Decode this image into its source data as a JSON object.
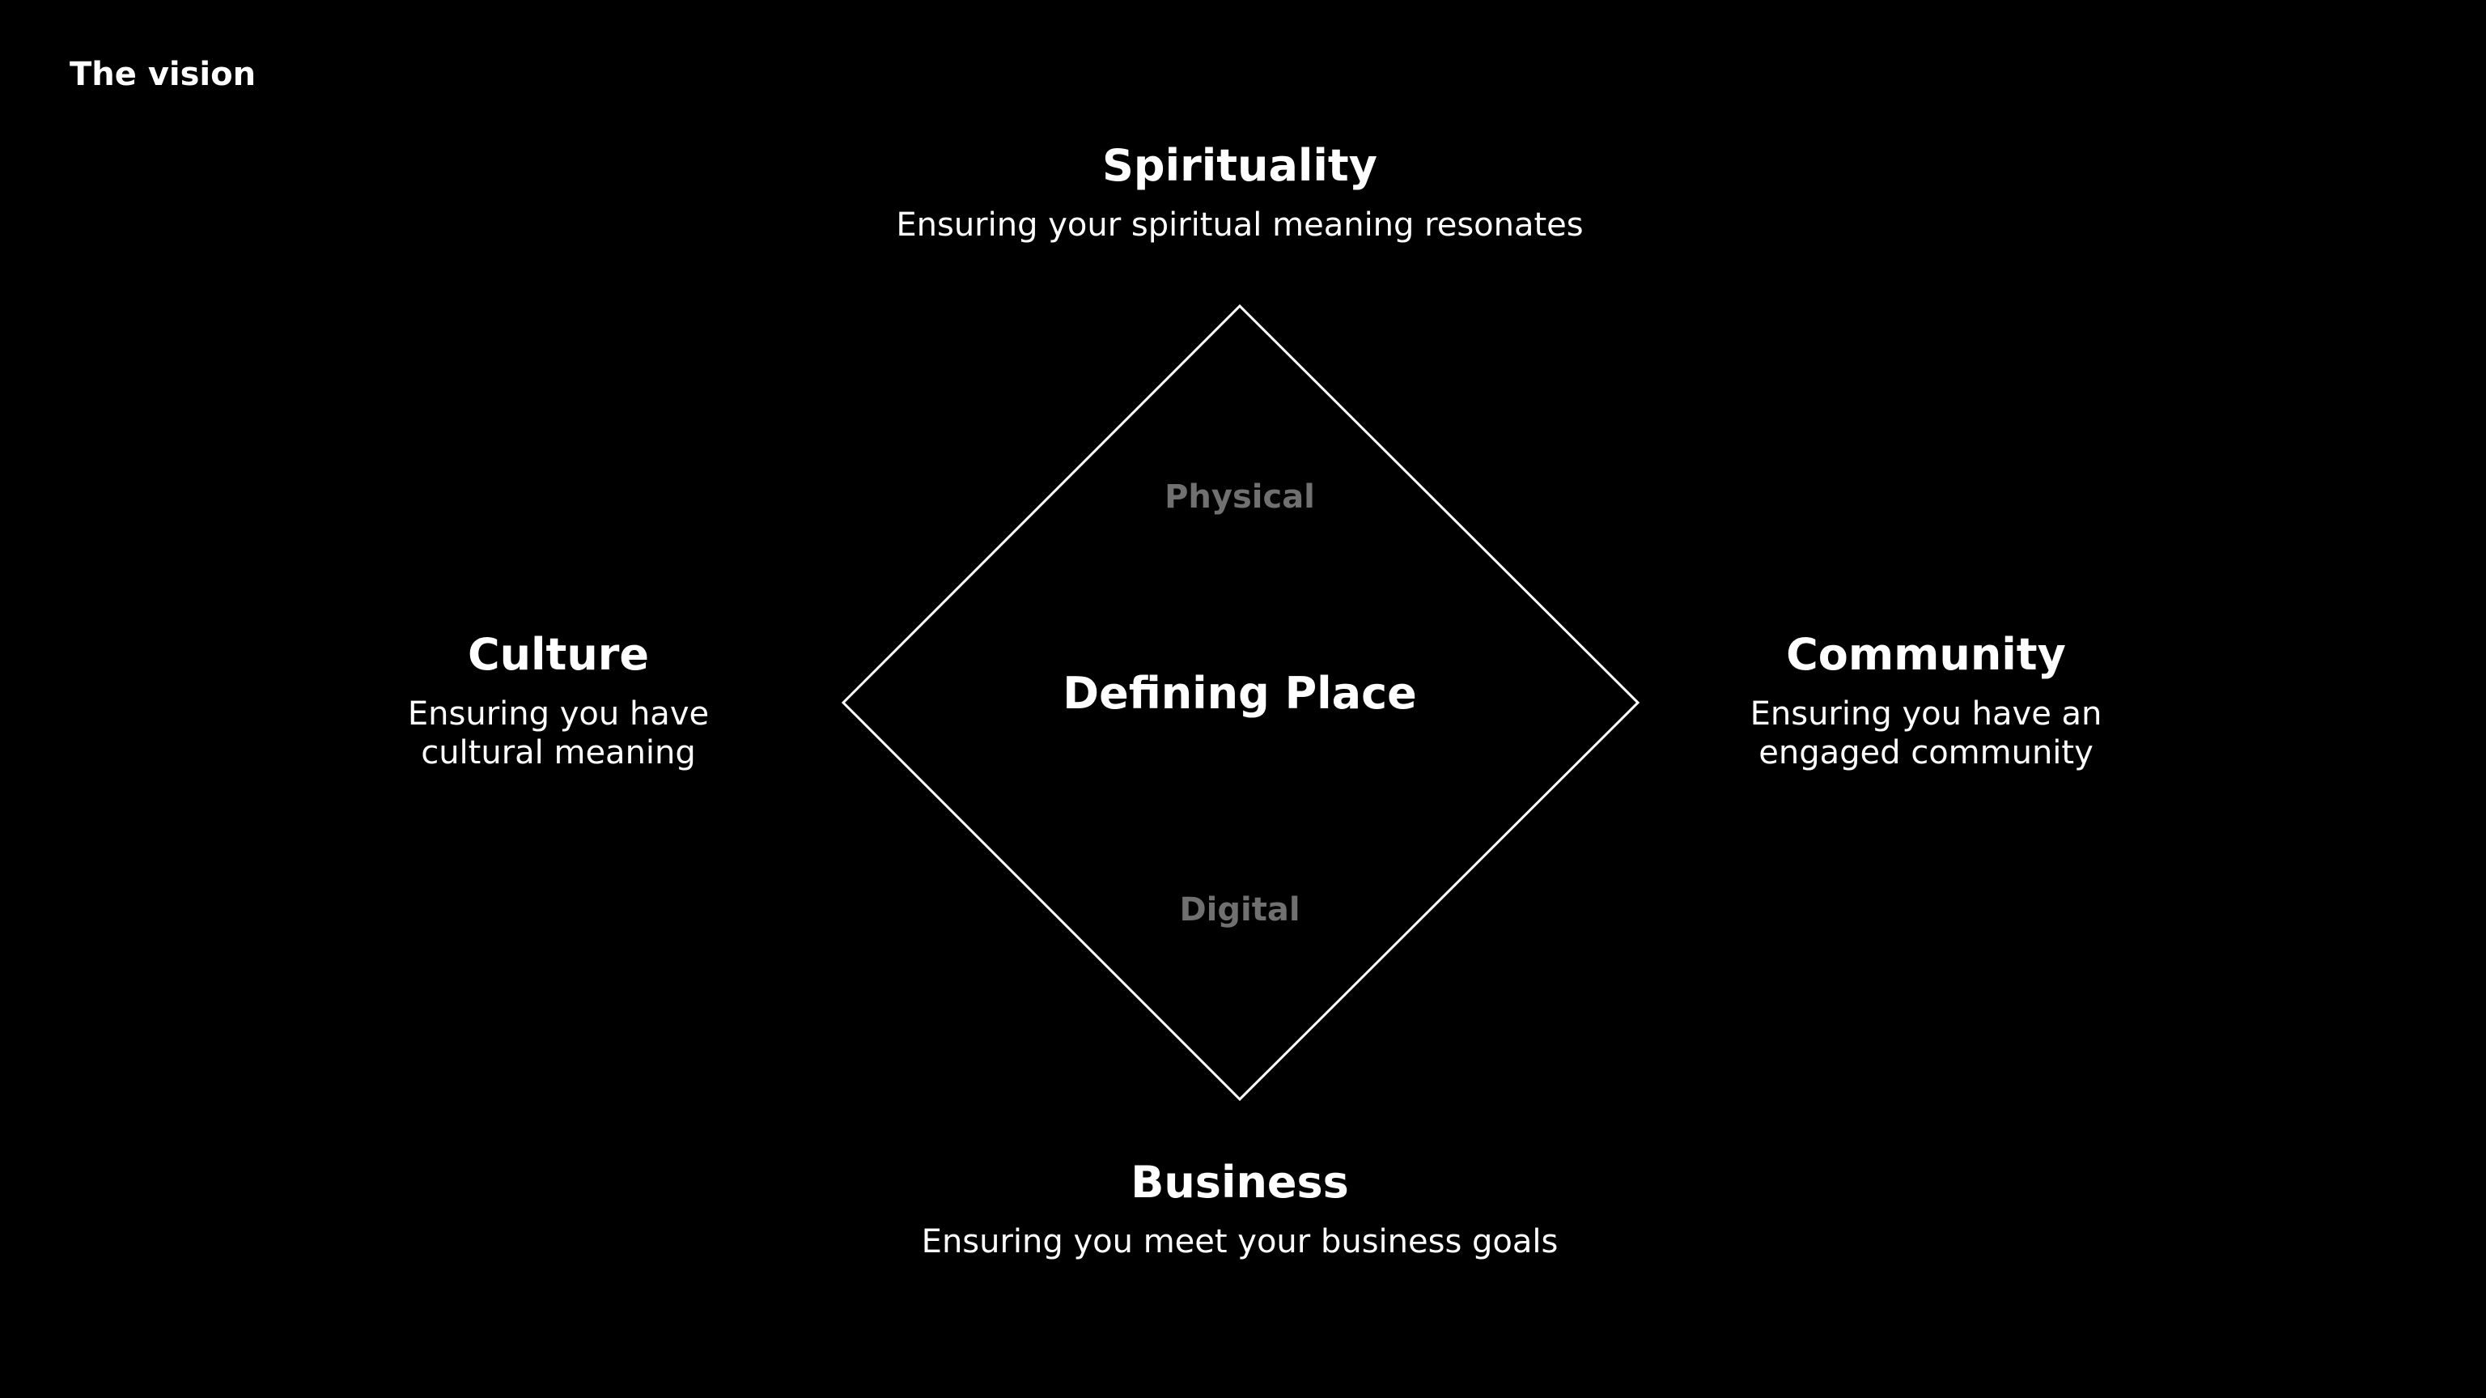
{
  "page": {
    "title": "The vision"
  },
  "colors": {
    "background": "#000000",
    "text": "#ffffff",
    "muted_text": "#707070",
    "diamond_stroke": "#ffffff"
  },
  "diagram": {
    "center": {
      "title": "Defining Place",
      "upper_label": "Physical",
      "lower_label": "Digital"
    },
    "pillars": {
      "top": {
        "title": "Spirituality",
        "description": "Ensuring your spiritual meaning resonates"
      },
      "left": {
        "title": "Culture",
        "description_line1": "Ensuring you have",
        "description_line2": "cultural meaning"
      },
      "right": {
        "title": "Community",
        "description_line1": "Ensuring you have an",
        "description_line2": "engaged community"
      },
      "bottom": {
        "title": "Business",
        "description": "Ensuring you meet your business goals"
      }
    }
  }
}
